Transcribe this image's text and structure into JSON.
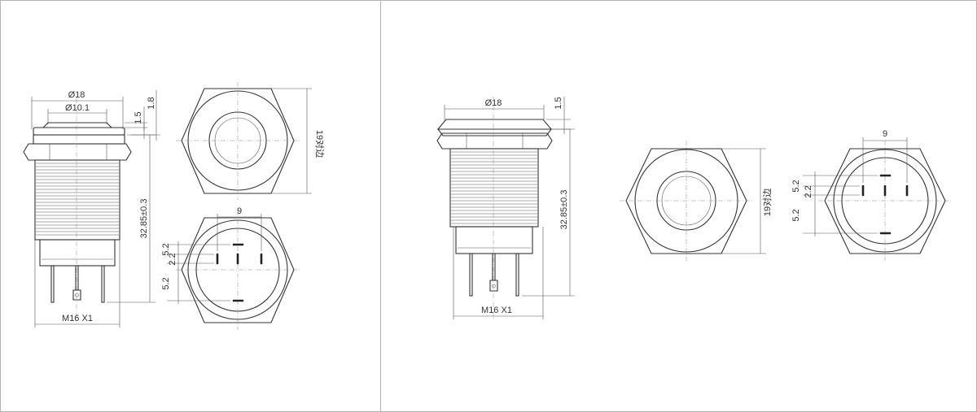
{
  "left_panel": {
    "dims": {
      "outer_dia": "Ø18",
      "lens_dia": "Ø10.1",
      "cap_height": "1.5",
      "head_height": "1.8",
      "total_length": "32.85±0.3",
      "thread": "M16  X1",
      "hex_across_flats": "19对边",
      "pin_spacing": "9",
      "pin_offset_a": "5.2",
      "pin_offset_b": "2.2",
      "pin_offset_c": "5.2"
    }
  },
  "right_panel": {
    "dims": {
      "outer_dia": "Ø18",
      "cap_height": "1.5",
      "total_length": "32.85±0.3",
      "thread": "M16  X1",
      "hex_across_flats": "19对边",
      "pin_spacing": "9",
      "pin_offset_a": "5.2",
      "pin_offset_b": "2.2",
      "pin_offset_c": "5.2"
    }
  }
}
